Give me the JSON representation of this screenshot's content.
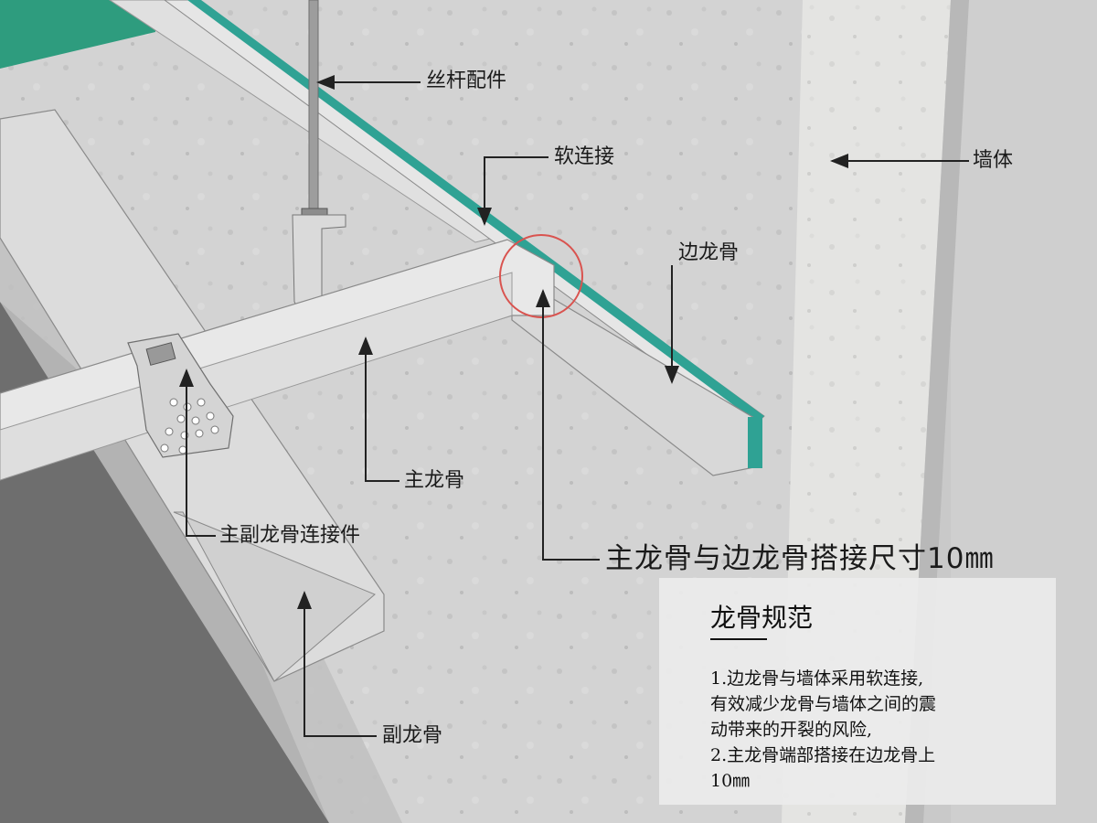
{
  "colors": {
    "wall": "#d2d2d2",
    "pillar": "#e4e4e2",
    "metal": "#dcdcdc",
    "teal_strip": "#2fa294",
    "ceiling_green": "#2e9c7e",
    "highlight_circle": "#d9534f"
  },
  "labels": {
    "rod_fitting": "丝杆配件",
    "soft_connection": "软连接",
    "wall_body": "墙体",
    "edge_keel": "边龙骨",
    "main_keel": "主龙骨",
    "main_sub_connector": "主副龙骨连接件",
    "sub_keel": "副龙骨",
    "overlap_note": "主龙骨与边龙骨搭接尺寸10㎜"
  },
  "spec": {
    "title": "龙骨规范",
    "lines": [
      "1.边龙骨与墙体采用软连接,",
      "有效减少龙骨与墙体之间的震",
      "动带来的开裂的风险,",
      "2.主龙骨端部搭接在边龙骨上",
      "10㎜"
    ]
  }
}
